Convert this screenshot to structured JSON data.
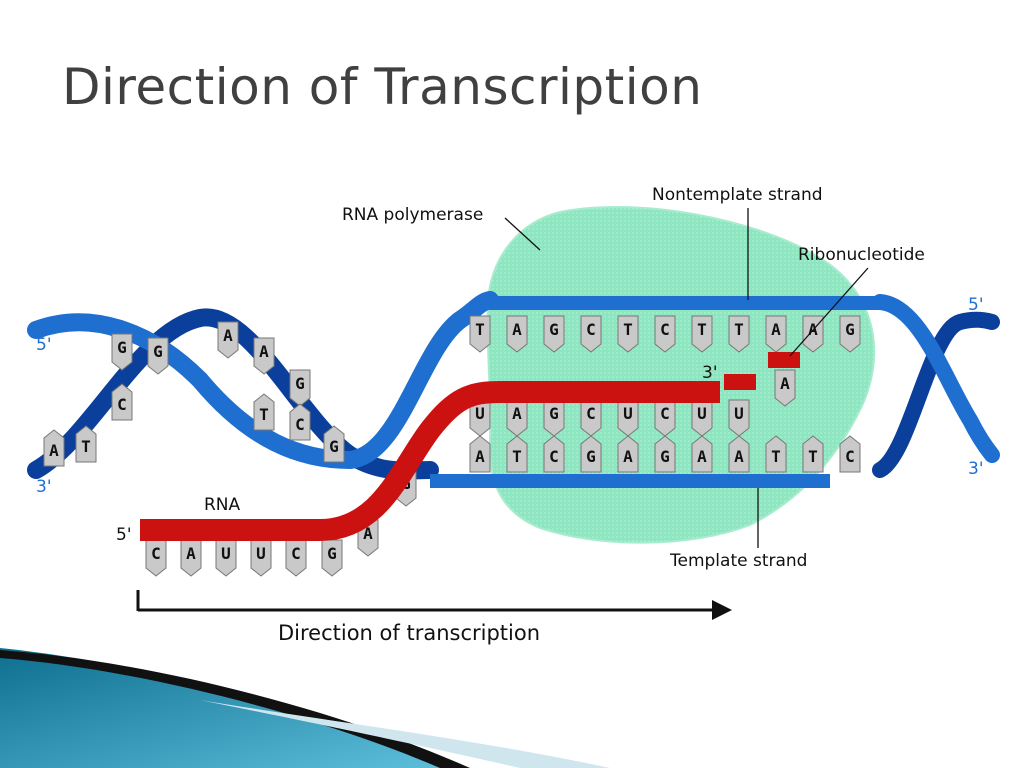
{
  "slide": {
    "title": "Direction of Transcription"
  },
  "labels": {
    "rna_polymerase": "RNA polymerase",
    "nontemplate_strand": "Nontemplate strand",
    "ribonucleotide": "Ribonucleotide",
    "template_strand": "Template strand",
    "rna": "RNA",
    "direction": "Direction of transcription",
    "five_prime": "5'",
    "three_prime": "3'"
  },
  "bases": {
    "nontemplate_open": [
      "T",
      "A",
      "G",
      "C",
      "T",
      "C",
      "T",
      "T",
      "A",
      "A",
      "G"
    ],
    "template_open": [
      "A",
      "T",
      "C",
      "G",
      "A",
      "G",
      "A",
      "A",
      "T",
      "T",
      "C"
    ],
    "rna_paired": [
      "U",
      "A",
      "G",
      "C",
      "U",
      "C",
      "U",
      "U"
    ],
    "incoming_ribonucleotide": "A",
    "rna_free": [
      "C",
      "A",
      "U",
      "U",
      "C",
      "G",
      "A",
      "G"
    ],
    "left_helix_top": [
      "G",
      "G",
      "A",
      "A",
      "G"
    ],
    "left_helix_bottom": [
      "A",
      "T",
      "C",
      "T",
      "C",
      "G"
    ]
  },
  "colors": {
    "dna_strand": "#1e6fd0",
    "dna_strand_dark": "#0b3f9c",
    "rna": "#cc1111",
    "polymerase": "#8ee6c0",
    "base_fill": "#c9c9c9",
    "title": "#404040"
  }
}
